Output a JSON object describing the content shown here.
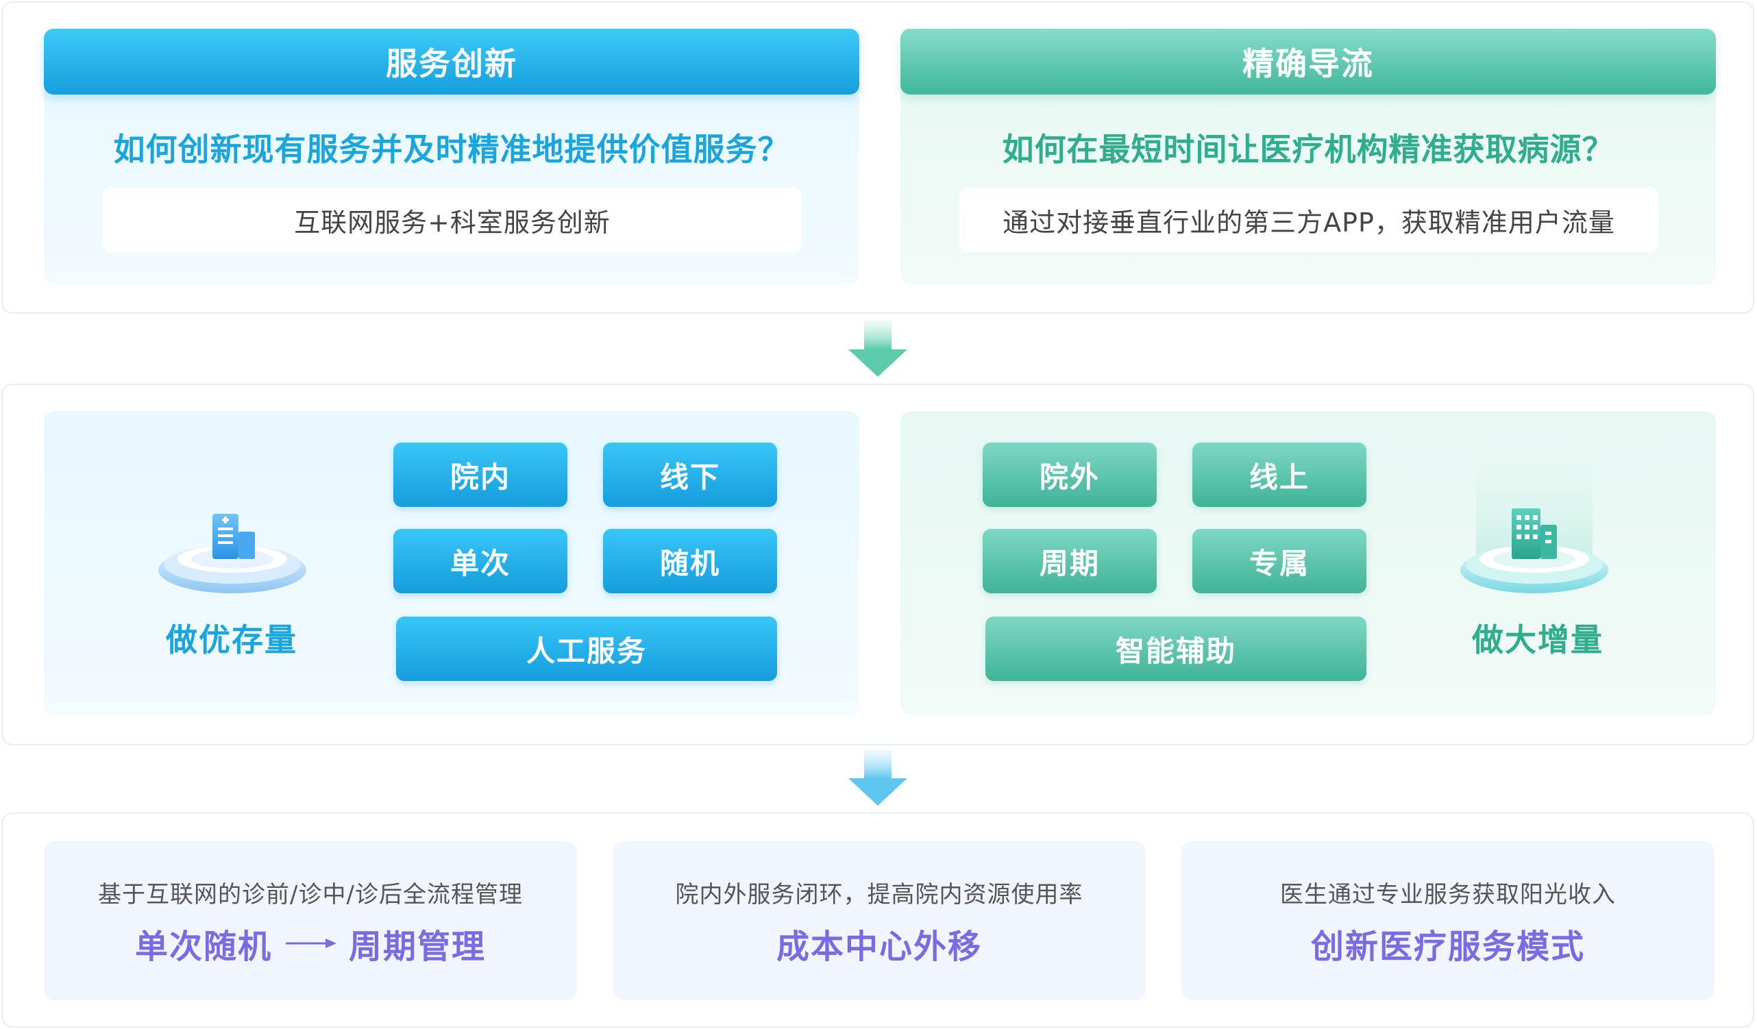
{
  "top": {
    "left": {
      "header": "服务创新",
      "question": "如何创新现有服务并及时精准地提供价值服务？",
      "answer": "互联网服务+科室服务创新"
    },
    "right": {
      "header": "精确导流",
      "question": "如何在最短时间让医疗机构精准获取病源？",
      "answer": "通过对接垂直行业的第三方APP，获取精准用户流量"
    }
  },
  "middle": {
    "left": {
      "label": "做优存量",
      "tags": [
        "院内",
        "线下",
        "单次",
        "随机"
      ],
      "wide_tag": "人工服务"
    },
    "right": {
      "label": "做大增量",
      "tags": [
        "院外",
        "线上",
        "周期",
        "专属"
      ],
      "wide_tag": "智能辅助"
    }
  },
  "bottom": {
    "cards": [
      {
        "subtitle": "基于互联网的诊前/诊中/诊后全流程管理",
        "title_a": "单次随机",
        "title_b": "周期管理"
      },
      {
        "subtitle": "院内外服务闭环，提高院内资源使用率",
        "title": "成本中心外移"
      },
      {
        "subtitle": "医生通过专业服务获取阳光收入",
        "title": "创新医疗服务模式"
      }
    ]
  },
  "colors": {
    "blue": "#169fdd",
    "green": "#40b898",
    "purple": "#7a6be3"
  },
  "icons": [
    "hospital-icon",
    "building-icon",
    "down-arrow-icon",
    "right-arrow-icon"
  ]
}
